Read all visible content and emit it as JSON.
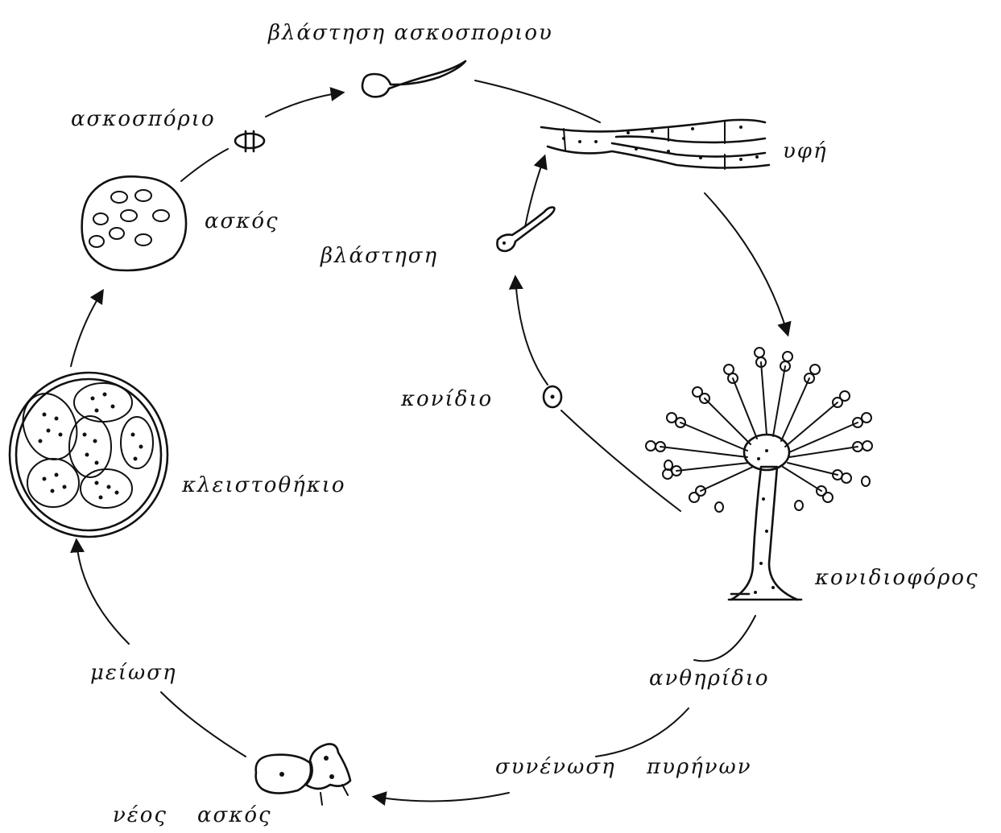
{
  "labels": {
    "ascospore_germination": "βλάστηση ασκοσποριου",
    "hypha": "υφή",
    "ascospore": "ασκοσπόριο",
    "ascus": "ασκός",
    "germination": "βλάστηση",
    "conidium": "κονίδιο",
    "cleistothecium": "κλειστοθήκιο",
    "conidiophore": "κονιδιοφόρος",
    "antheridium": "ανθηρίδιο",
    "meiosis": "μείωση",
    "nuclear_fusion_1": "συνένωση",
    "nuclear_fusion_2": "πυρήνων",
    "new_ascus_1": "νέος",
    "new_ascus_2": "ασκός"
  },
  "colors": {
    "ink": "#111111",
    "paper": "#ffffff"
  }
}
